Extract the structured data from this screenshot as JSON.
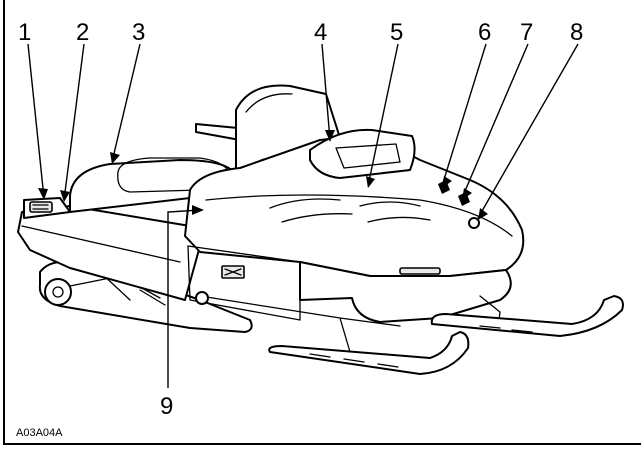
{
  "figure": {
    "code": "A03A04A",
    "callouts": [
      "1",
      "2",
      "3",
      "4",
      "5",
      "6",
      "7",
      "8",
      "9"
    ]
  },
  "icons": {
    "illustration": "snowmobile-line-drawing",
    "arrowhead": "arrow-icon"
  }
}
